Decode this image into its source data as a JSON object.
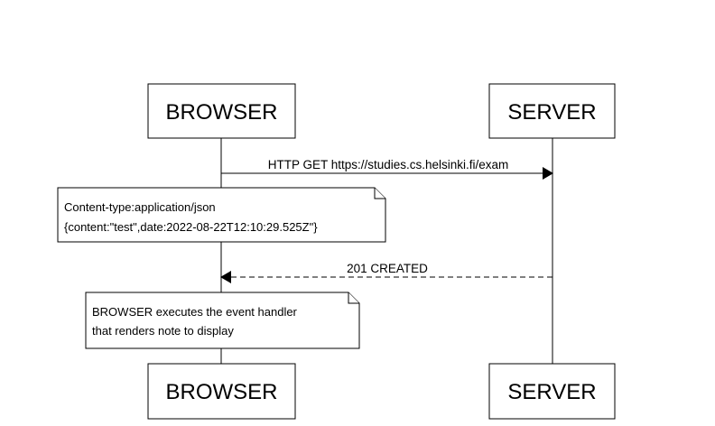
{
  "participants": {
    "browser": {
      "label": "BROWSER"
    },
    "server": {
      "label": "SERVER"
    }
  },
  "messages": {
    "request": {
      "label": "HTTP GET https://studies.cs.helsinki.fi/exam",
      "style": "solid"
    },
    "response": {
      "label": "201 CREATED",
      "style": "dashed"
    }
  },
  "notes": {
    "payload": {
      "line1": "Content-type:application/json",
      "line2": "{content:\"test\",date:2022-08-22T12:10:29.525Z\"}"
    },
    "handler": {
      "line1": "BROWSER executes the event handler",
      "line2": "that renders note to display"
    }
  },
  "colors": {
    "stroke": "#000000",
    "background": "#ffffff"
  }
}
